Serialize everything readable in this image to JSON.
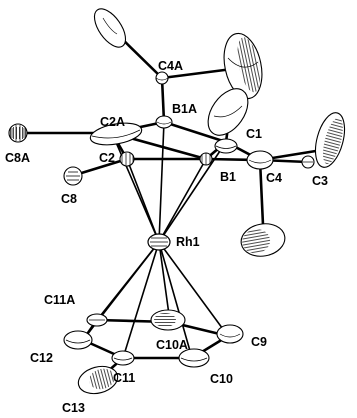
{
  "figure": {
    "atoms": [
      {
        "id": "C4A",
        "label": "C4A"
      },
      {
        "id": "B1A",
        "label": "B1A"
      },
      {
        "id": "C2A",
        "label": "C2A"
      },
      {
        "id": "C1",
        "label": "C1"
      },
      {
        "id": "C8A",
        "label": "C8A"
      },
      {
        "id": "B1",
        "label": "B1"
      },
      {
        "id": "C4",
        "label": "C4"
      },
      {
        "id": "C3",
        "label": "C3"
      },
      {
        "id": "C2",
        "label": "C2"
      },
      {
        "id": "C8",
        "label": "C8"
      },
      {
        "id": "Rh1",
        "label": "Rh1"
      },
      {
        "id": "C11A",
        "label": "C11A"
      },
      {
        "id": "C10A",
        "label": "C10A"
      },
      {
        "id": "C9",
        "label": "C9"
      },
      {
        "id": "C12",
        "label": "C12"
      },
      {
        "id": "C11",
        "label": "C11"
      },
      {
        "id": "C10",
        "label": "C10"
      },
      {
        "id": "C13",
        "label": "C13"
      }
    ]
  }
}
